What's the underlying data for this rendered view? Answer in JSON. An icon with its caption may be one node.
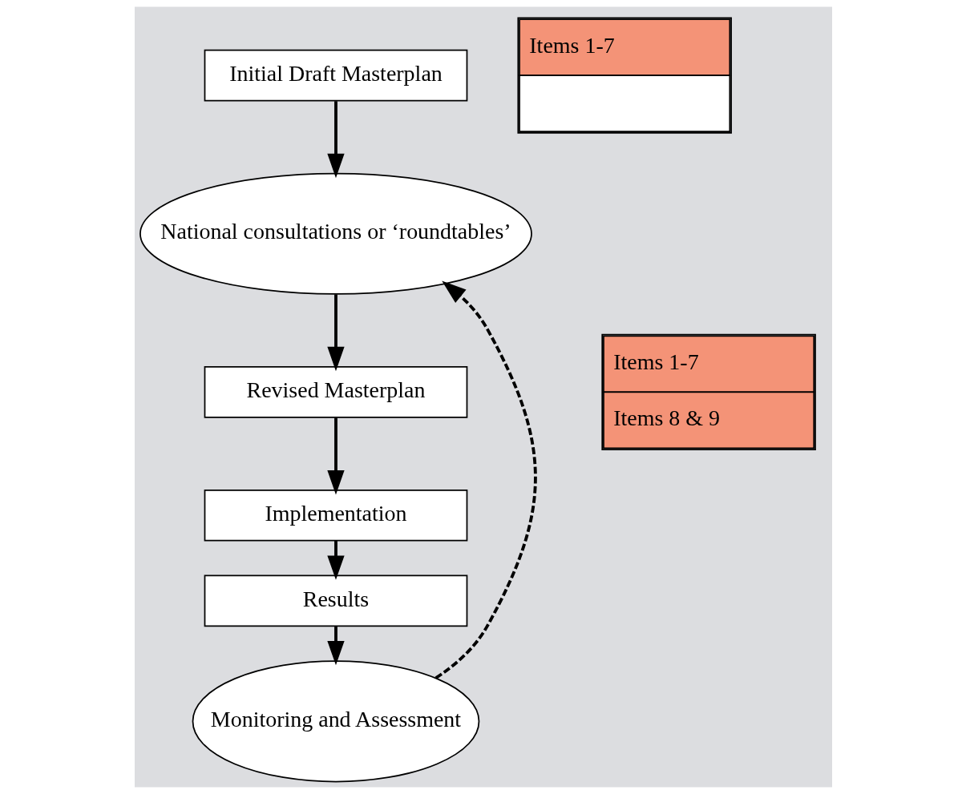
{
  "diagram": {
    "nodes": [
      {
        "text": [
          "Initial Draft Masterplan"
        ]
      },
      {
        "text": [
          "Items 1-7"
        ]
      },
      {
        "text": [
          "National consultations or ‘roundtables’"
        ]
      },
      {
        "text": [
          "Revised Masterplan"
        ]
      },
      {
        "text": [
          "Items 1-7",
          "Items 8 & 9"
        ]
      },
      {
        "text": [
          "Implementation"
        ]
      },
      {
        "text": [
          "Results"
        ]
      },
      {
        "text": [
          "Monitoring and Assessment"
        ]
      }
    ],
    "edges": [
      {
        "from": 0,
        "to": 2,
        "arrow": "to"
      },
      {
        "from": 2,
        "to": 3,
        "arrow": "to"
      },
      {
        "from": 3,
        "to": 5,
        "arrow": "to"
      },
      {
        "from": 5,
        "to": 6,
        "arrow": "to"
      },
      {
        "from": 6,
        "to": 7,
        "arrow": "to"
      },
      {
        "from": 7,
        "to": 2,
        "arrow": "to",
        "style": "dashed"
      }
    ]
  }
}
